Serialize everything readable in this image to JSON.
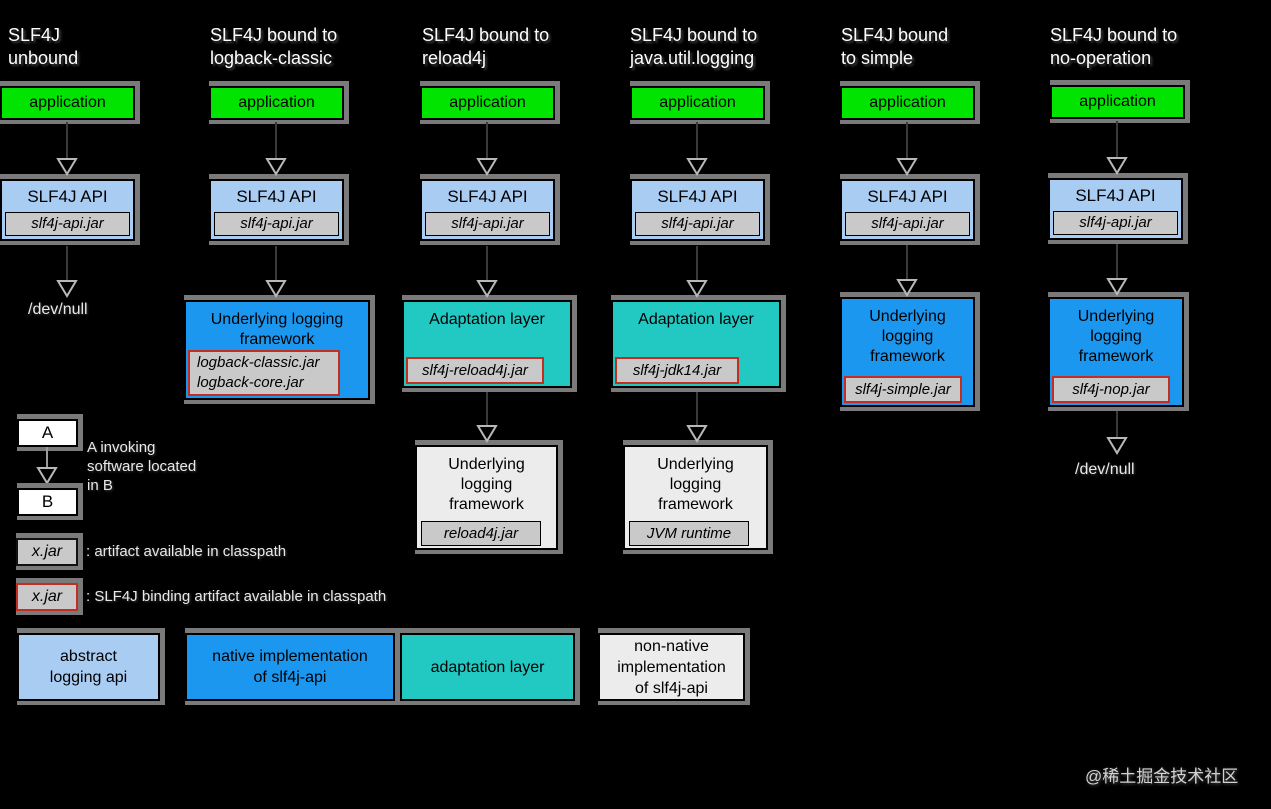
{
  "colors": {
    "background": "#000000",
    "application_green": "#00e400",
    "abstract_api_blue": "#a9ccf3",
    "native_impl_blue": "#1b97f0",
    "adaptation_teal": "#22c8c2",
    "nonnative_white": "#ececec",
    "jar_gray": "#c9c9c9",
    "binding_border_red": "#c22e22",
    "shadow_gray": "#7a7a7a"
  },
  "columns": [
    {
      "title_line1": "SLF4J",
      "title_line2": "unbound",
      "application": "application",
      "api_label": "SLF4J API",
      "api_jar": "slf4j-api.jar",
      "devnull": "/dev/null"
    },
    {
      "title_line1": "SLF4J bound to",
      "title_line2": "logback-classic",
      "application": "application",
      "api_label": "SLF4J API",
      "api_jar": "slf4j-api.jar",
      "framework_label": "Underlying logging framework",
      "framework_jar_line1": "logback-classic.jar",
      "framework_jar_line2": "logback-core.jar"
    },
    {
      "title_line1": "SLF4J bound to",
      "title_line2": "reload4j",
      "application": "application",
      "api_label": "SLF4J API",
      "api_jar": "slf4j-api.jar",
      "adaptation_label": "Adaptation layer",
      "adaptation_jar": "slf4j-reload4j.jar",
      "framework_label": "Underlying logging framework",
      "framework_jar": "reload4j.jar"
    },
    {
      "title_line1": "SLF4J bound to",
      "title_line2": "java.util.logging",
      "application": "application",
      "api_label": "SLF4J API",
      "api_jar": "slf4j-api.jar",
      "adaptation_label": "Adaptation layer",
      "adaptation_jar": "slf4j-jdk14.jar",
      "framework_label": "Underlying logging framework",
      "framework_jar": "JVM runtime"
    },
    {
      "title_line1": "SLF4J bound",
      "title_line2": "to simple",
      "application": "application",
      "api_label": "SLF4J API",
      "api_jar": "slf4j-api.jar",
      "framework_label": "Underlying logging framework",
      "framework_jar": "slf4j-simple.jar"
    },
    {
      "title_line1": "SLF4J bound to",
      "title_line2": "no-operation",
      "application": "application",
      "api_label": "SLF4J API",
      "api_jar": "slf4j-api.jar",
      "framework_label": "Underlying logging framework",
      "framework_jar": "slf4j-nop.jar",
      "devnull": "/dev/null"
    }
  ],
  "legend": {
    "box_a": "A",
    "box_b": "B",
    "invoke_line1": "A invoking",
    "invoke_line2": "software located",
    "invoke_line3": "in B",
    "jar_label": "x.jar",
    "jar_caption": ": artifact available in classpath",
    "binding_jar_label": "x.jar",
    "binding_caption": ": SLF4J binding artifact available in classpath",
    "type_api_line1": "abstract",
    "type_api_line2": "logging api",
    "type_native_line1": "native implementation",
    "type_native_line2": "of slf4j-api",
    "type_adaptation": "adaptation layer",
    "type_nonnative_line1": "non-native",
    "type_nonnative_line2": "implementation",
    "type_nonnative_line3": "of slf4j-api"
  },
  "watermark": "@稀土掘金技术社区"
}
